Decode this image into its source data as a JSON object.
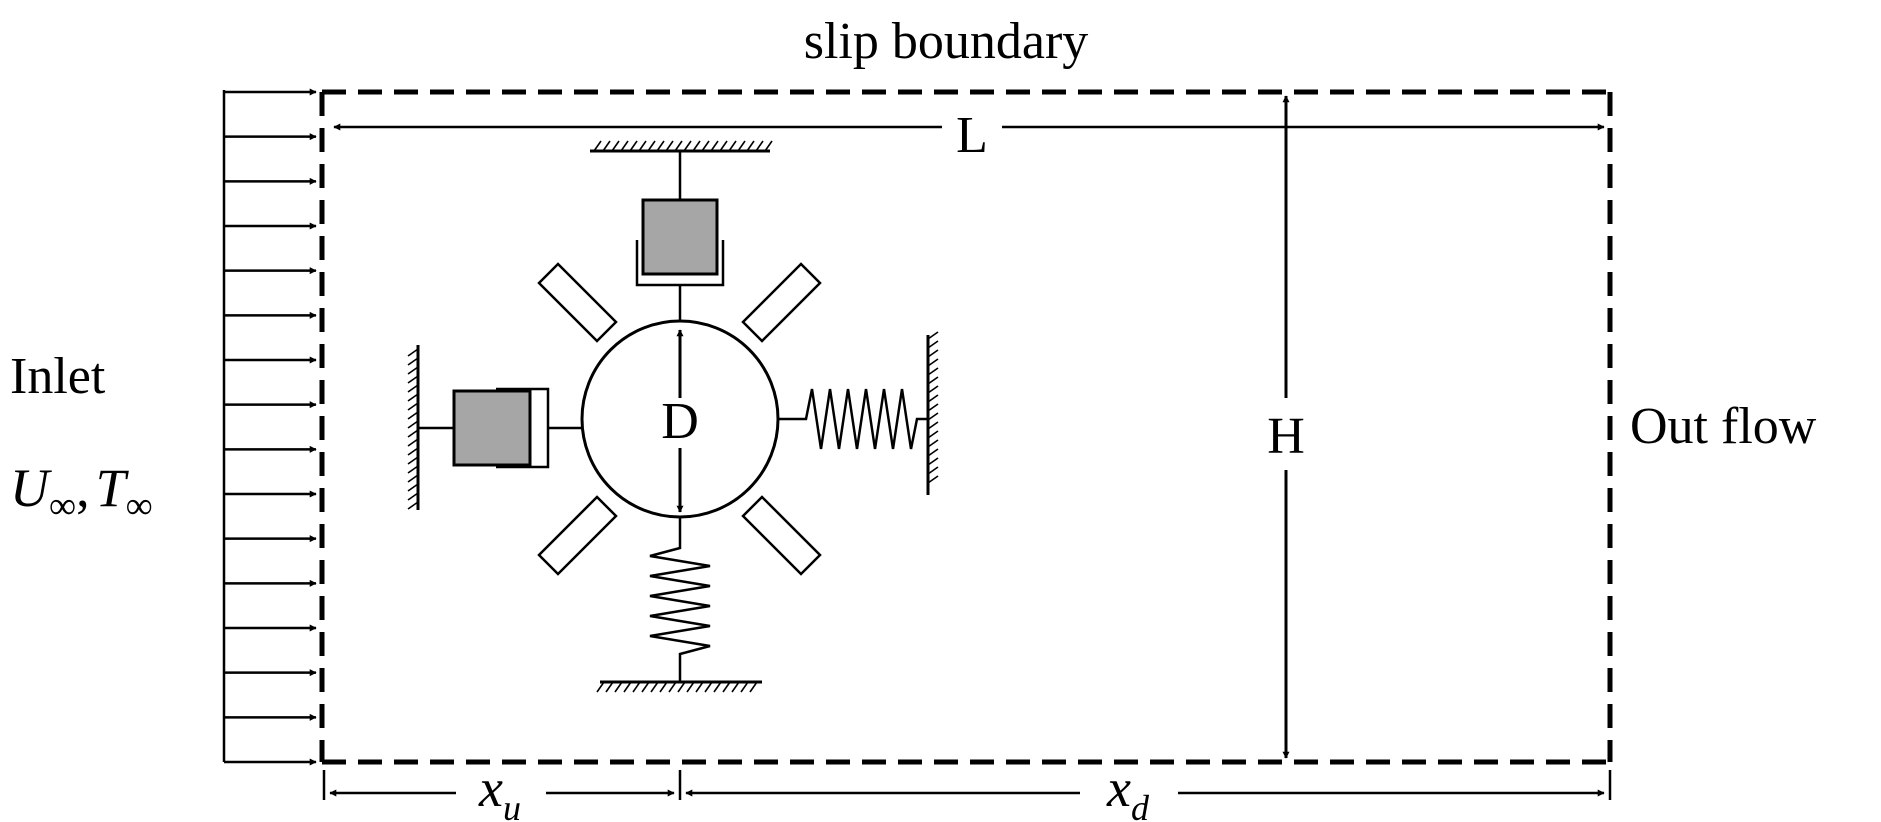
{
  "labels": {
    "top_boundary": "slip boundary",
    "inlet": "Inlet",
    "inlet_u": "U",
    "inlet_t": "T",
    "infinity": "∞",
    "comma": ",",
    "outflow": "Out flow",
    "length": "L",
    "height": "H",
    "diameter": "D",
    "xu_base": "x",
    "xu_sub": "u",
    "xd_base": "x",
    "xd_sub": "d"
  },
  "colors": {
    "stroke": "#000000",
    "damper_fill": "#a6a6a6",
    "background": "#ffffff"
  }
}
